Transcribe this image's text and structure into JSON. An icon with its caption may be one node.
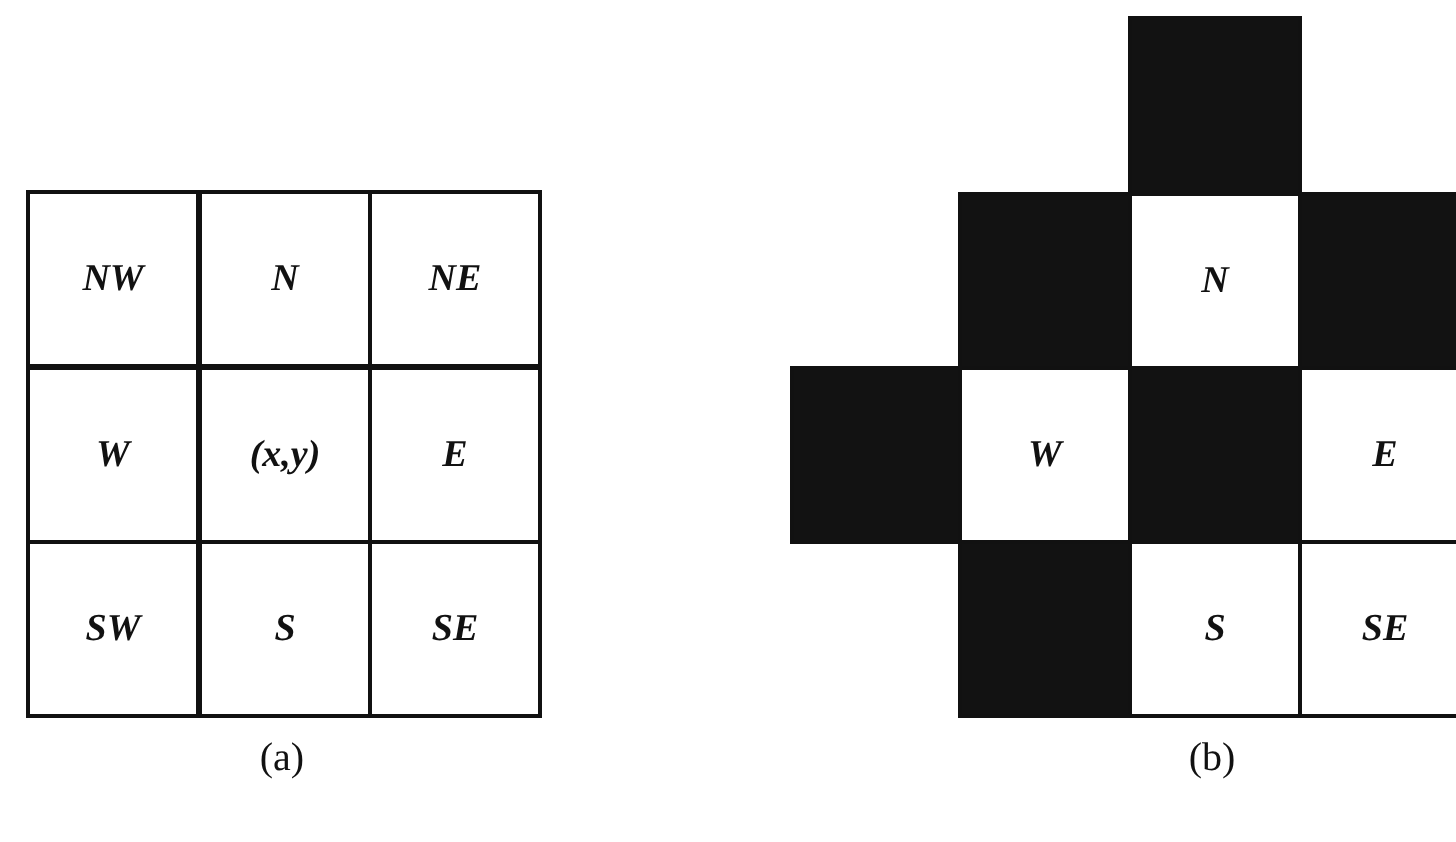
{
  "diagram": {
    "nodes": [
      {
        "text": [
          "NW"
        ]
      },
      {
        "text": [
          "N"
        ]
      },
      {
        "text": [
          "NE"
        ]
      },
      {
        "text": [
          "W"
        ]
      },
      {
        "text": [
          "(x,y)"
        ]
      },
      {
        "text": [
          "E"
        ]
      },
      {
        "text": [
          "SW"
        ]
      },
      {
        "text": [
          "S"
        ]
      },
      {
        "text": [
          "SE"
        ]
      },
      {
        "text": [],
        "shape": "box"
      },
      {
        "text": [],
        "shape": "box"
      },
      {
        "text": [
          "N"
        ]
      },
      {
        "text": [],
        "shape": "box"
      },
      {
        "text": [],
        "shape": "box"
      },
      {
        "text": [
          "W"
        ]
      },
      {
        "text": [],
        "shape": "box"
      },
      {
        "text": [
          "E"
        ]
      },
      {
        "text": [],
        "shape": "box"
      },
      {
        "text": [
          "S"
        ]
      },
      {
        "text": [
          "SE"
        ]
      }
    ],
    "edges": [],
    "labels": [
      "(a)",
      "(b)"
    ]
  }
}
